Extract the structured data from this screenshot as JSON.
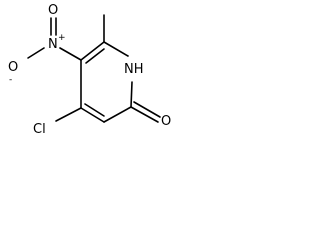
{
  "molecule": {
    "atoms": {
      "nitro_oxygen_top": "O",
      "nitro_nitrogen": "N",
      "nitro_charge_plus": "+",
      "nitro_oxygen_left": "O",
      "nitro_charge_minus": "-",
      "ring_nitrogen": "NH",
      "carbonyl_oxygen": "O",
      "chlorine": "Cl"
    }
  }
}
